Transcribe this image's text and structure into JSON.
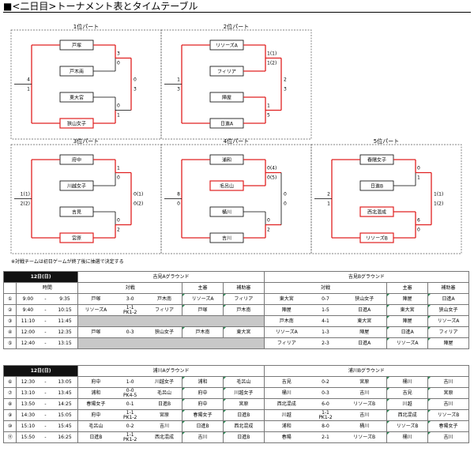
{
  "title": "■<二日目>トーナメント表とタイムテーブル",
  "note": "※対戦チームは初日ゲームが終了後に抽選で決定する",
  "brackets": [
    {
      "title": "1位パート",
      "teams": [
        "戸塚",
        "戸木南",
        "東大宮",
        "狭山女子"
      ],
      "s1": [
        "3",
        "0"
      ],
      "s2": [
        "0",
        "1"
      ],
      "fL": [
        "4",
        "1"
      ],
      "fR": [
        "0",
        "3"
      ]
    },
    {
      "title": "2位パート",
      "teams": [
        "リソーズA",
        "フィリア",
        "陣屋",
        "日進A"
      ],
      "s1": [
        "1(1)",
        "1(2)"
      ],
      "s2": [
        "1",
        "5"
      ],
      "fL": [
        "1",
        "3"
      ],
      "fR": [
        "2",
        "3"
      ]
    },
    {
      "title": "3位パート",
      "teams": [
        "府中",
        "川越女子",
        "吉見",
        "宮原"
      ],
      "s1": [
        "1",
        "0"
      ],
      "s2": [
        "0",
        "2"
      ],
      "fL": [
        "1(1)",
        "2(2)"
      ],
      "fR": [
        "0(1)",
        "0(2)"
      ]
    },
    {
      "title": "4位パート",
      "teams": [
        "浦和",
        "毛呂山",
        "桶川",
        "吉川"
      ],
      "s1": [
        "0(4)",
        "0(5)"
      ],
      "s2": [
        "0",
        "2"
      ],
      "fL": [
        "8",
        "0"
      ],
      "fR": [
        "0",
        "0"
      ]
    },
    {
      "title": "5位パート",
      "teams": [
        "春陽女子",
        "日進B",
        "西北混成",
        "リソーズB"
      ],
      "s1": [
        "0",
        "1"
      ],
      "s2": [
        "6",
        "0"
      ],
      "fL": [
        "2",
        "1"
      ],
      "fR": [
        "1(1)",
        "1(2)"
      ]
    }
  ],
  "table1": {
    "date": "12日(日)",
    "groundA": "吉見Aグラウンド",
    "groundB": "吉見Bグラウンド",
    "hdr": {
      "time": "時間",
      "match": "対戦",
      "host": "主審",
      "assist": "補助審"
    },
    "rows": [
      {
        "n": "①",
        "t1": "9:00",
        "t2": "9:35",
        "a": [
          "戸塚",
          "3-0",
          "戸木南",
          "リソーズA",
          "フィリア"
        ],
        "b": [
          "東大宮",
          "0-7",
          "狭山女子",
          "陣屋",
          "日進A"
        ]
      },
      {
        "n": "②",
        "t1": "9:40",
        "t2": "10:15",
        "a": [
          "リソーズA",
          "1-1\nPK1-2",
          "フィリア",
          "戸塚",
          "戸木南"
        ],
        "b": [
          "陣屋",
          "1-5",
          "日進A",
          "東大宮",
          "狭山女子"
        ]
      },
      {
        "n": "③",
        "t1": "11:10",
        "t2": "11:45",
        "a": null,
        "b": [
          "戸木南",
          "4-1",
          "東大宮",
          "陣屋",
          "リソーズA"
        ]
      },
      {
        "n": "④",
        "t1": "12:00",
        "t2": "12:35",
        "a": [
          "戸塚",
          "0-3",
          "狭山女子",
          "戸木南",
          "東大宮"
        ],
        "b": [
          "リソーズA",
          "1-3",
          "陣屋",
          "日進A",
          "フィリア"
        ]
      },
      {
        "n": "⑤",
        "t1": "12:40",
        "t2": "13:15",
        "a": null,
        "b": [
          "フィリア",
          "2-3",
          "日進A",
          "リソーズA",
          "陣屋"
        ]
      }
    ]
  },
  "table2": {
    "date": "12日(日)",
    "groundA": "浦川Aグラウンド",
    "groundB": "浦川Bグラウンド",
    "rows": [
      {
        "n": "⑥",
        "t1": "12:30",
        "t2": "13:05",
        "a": [
          "府中",
          "1-0",
          "川越女子",
          "浦和",
          "毛呂山"
        ],
        "b": [
          "吉見",
          "0-2",
          "宮原",
          "桶川",
          "吉川"
        ]
      },
      {
        "n": "⑦",
        "t1": "13:10",
        "t2": "13:45",
        "a": [
          "浦和",
          "0-0\nPK4-5",
          "毛呂山",
          "府中",
          "川越女子"
        ],
        "b": [
          "桶川",
          "0-3",
          "吉川",
          "吉見",
          "宮原"
        ]
      },
      {
        "n": "⑧",
        "t1": "13:50",
        "t2": "14:25",
        "a": [
          "春陽女子",
          "0-1",
          "日進B",
          "府中",
          "宮原"
        ],
        "b": [
          "西北混成",
          "6-0",
          "リソーズB",
          "川越",
          "吉川"
        ]
      },
      {
        "n": "⑨",
        "t1": "14:30",
        "t2": "15:05",
        "a": [
          "府中",
          "1-1\nPK1-2",
          "宮原",
          "春陽女子",
          "日進B"
        ],
        "b": [
          "川越",
          "1-1\nPK1-2",
          "吉川",
          "西北混成",
          "リソーズB"
        ]
      },
      {
        "n": "⑩",
        "t1": "15:10",
        "t2": "15:45",
        "a": [
          "毛呂山",
          "0-2",
          "吉川",
          "日進B",
          "西北混成"
        ],
        "b": [
          "浦和",
          "8-0",
          "桶川",
          "リソーズB",
          "春陽女子"
        ]
      },
      {
        "n": "⑪",
        "t1": "15:50",
        "t2": "16:25",
        "a": [
          "日進B",
          "1-1\nPK1-2",
          "西北混成",
          "吉川",
          "日進B"
        ],
        "b": [
          "春陽",
          "2-1",
          "リソーズB",
          "桶川",
          "吉川"
        ]
      }
    ]
  },
  "colors": {
    "red": "#e02020",
    "line": "#000000",
    "dash": "#555555"
  }
}
